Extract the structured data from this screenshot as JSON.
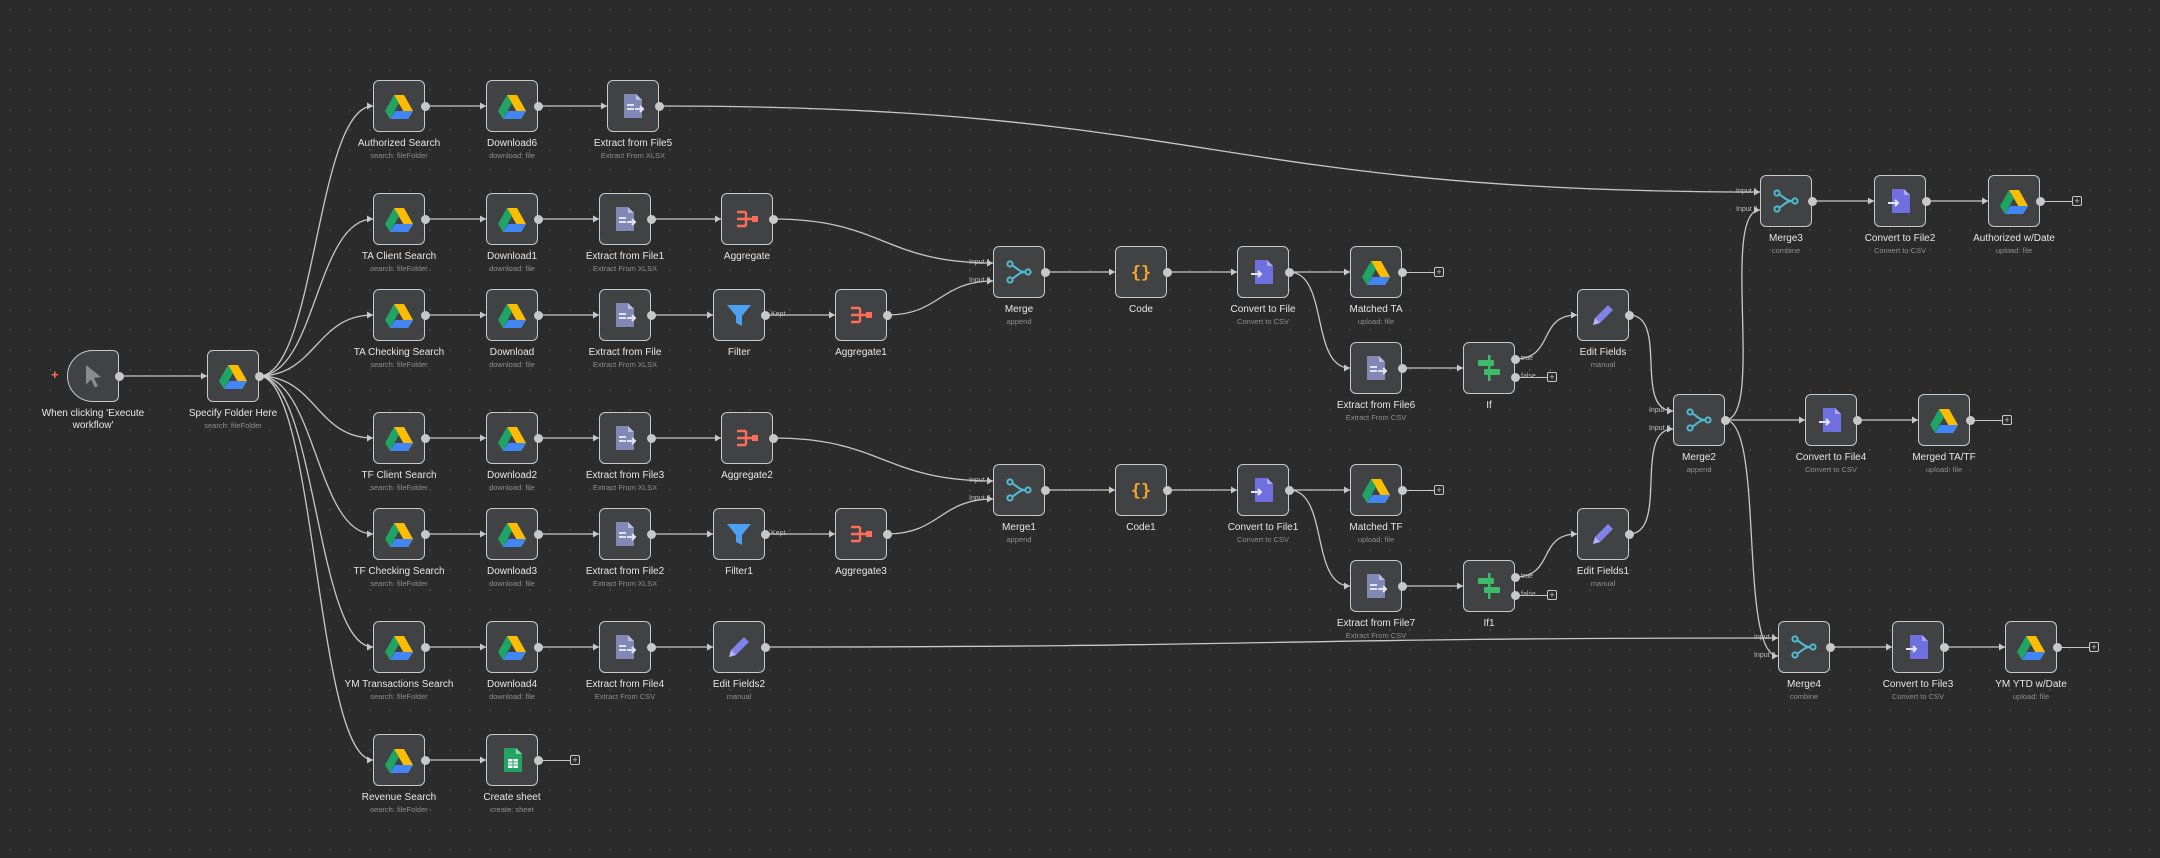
{
  "colors": {
    "canvas": "#2b2b2b",
    "node_bg": "#414244",
    "node_border": "#c9c9c9",
    "edge": "#c8c8c8",
    "trigger_accent": "#ff6d5a"
  },
  "trigger_marker": "+",
  "add_node_symbol": "+",
  "nodes": [
    {
      "id": "trigger",
      "title": "When clicking 'Execute workflow'",
      "subtitle": "",
      "icon": "pointer-icon"
    },
    {
      "id": "specify",
      "title": "Specify Folder Here",
      "subtitle": "search: fileFolder",
      "icon": "google-drive-icon"
    },
    {
      "id": "authsearch",
      "title": "Authorized Search",
      "subtitle": "search: fileFolder",
      "icon": "google-drive-icon"
    },
    {
      "id": "download6",
      "title": "Download6",
      "subtitle": "download: file",
      "icon": "google-drive-icon"
    },
    {
      "id": "extract5",
      "title": "Extract from File5",
      "subtitle": "Extract From XLSX",
      "icon": "extract-file-icon"
    },
    {
      "id": "taclient",
      "title": "TA Client Search",
      "subtitle": "search: fileFolder",
      "icon": "google-drive-icon"
    },
    {
      "id": "download1",
      "title": "Download1",
      "subtitle": "download: file",
      "icon": "google-drive-icon"
    },
    {
      "id": "extract1",
      "title": "Extract from File1",
      "subtitle": "Extract From XLSX",
      "icon": "extract-file-icon"
    },
    {
      "id": "aggregate",
      "title": "Aggregate",
      "subtitle": "",
      "icon": "aggregate-icon"
    },
    {
      "id": "tachecking",
      "title": "TA Checking Search",
      "subtitle": "search: fileFolder",
      "icon": "google-drive-icon"
    },
    {
      "id": "download",
      "title": "Download",
      "subtitle": "download: file",
      "icon": "google-drive-icon"
    },
    {
      "id": "extract",
      "title": "Extract from File",
      "subtitle": "Extract From XLSX",
      "icon": "extract-file-icon"
    },
    {
      "id": "filter",
      "title": "Filter",
      "subtitle": "",
      "icon": "filter-icon"
    },
    {
      "id": "aggregate1",
      "title": "Aggregate1",
      "subtitle": "",
      "icon": "aggregate-icon"
    },
    {
      "id": "merge",
      "title": "Merge",
      "subtitle": "append",
      "icon": "merge-icon"
    },
    {
      "id": "code",
      "title": "Code",
      "subtitle": "",
      "icon": "code-icon"
    },
    {
      "id": "convert",
      "title": "Convert to File",
      "subtitle": "Convert to CSV",
      "icon": "convert-file-icon"
    },
    {
      "id": "matchedta",
      "title": "Matched TA",
      "subtitle": "upload: file",
      "icon": "google-drive-icon"
    },
    {
      "id": "extract6",
      "title": "Extract from File6",
      "subtitle": "Extract From CSV",
      "icon": "extract-file-icon"
    },
    {
      "id": "if",
      "title": "If",
      "subtitle": "",
      "icon": "if-icon"
    },
    {
      "id": "editfields",
      "title": "Edit Fields",
      "subtitle": "manual",
      "icon": "pencil-icon"
    },
    {
      "id": "tfclient",
      "title": "TF Client Search",
      "subtitle": "search: fileFolder",
      "icon": "google-drive-icon"
    },
    {
      "id": "download2",
      "title": "Download2",
      "subtitle": "download: file",
      "icon": "google-drive-icon"
    },
    {
      "id": "extract3",
      "title": "Extract from File3",
      "subtitle": "Extract From XLSX",
      "icon": "extract-file-icon"
    },
    {
      "id": "aggregate2",
      "title": "Aggregate2",
      "subtitle": "",
      "icon": "aggregate-icon"
    },
    {
      "id": "tfchecking",
      "title": "TF Checking Search",
      "subtitle": "search: fileFolder",
      "icon": "google-drive-icon"
    },
    {
      "id": "download3",
      "title": "Download3",
      "subtitle": "download: file",
      "icon": "google-drive-icon"
    },
    {
      "id": "extract2",
      "title": "Extract from File2",
      "subtitle": "Extract From XLSX",
      "icon": "extract-file-icon"
    },
    {
      "id": "filter1",
      "title": "Filter1",
      "subtitle": "",
      "icon": "filter-icon"
    },
    {
      "id": "aggregate3",
      "title": "Aggregate3",
      "subtitle": "",
      "icon": "aggregate-icon"
    },
    {
      "id": "merge1",
      "title": "Merge1",
      "subtitle": "append",
      "icon": "merge-icon"
    },
    {
      "id": "code1",
      "title": "Code1",
      "subtitle": "",
      "icon": "code-icon"
    },
    {
      "id": "convert1",
      "title": "Convert to File1",
      "subtitle": "Convert to CSV",
      "icon": "convert-file-icon"
    },
    {
      "id": "matchedtf",
      "title": "Matched TF",
      "subtitle": "upload: file",
      "icon": "google-drive-icon"
    },
    {
      "id": "extract7",
      "title": "Extract from File7",
      "subtitle": "Extract From CSV",
      "icon": "extract-file-icon"
    },
    {
      "id": "if1",
      "title": "If1",
      "subtitle": "",
      "icon": "if-icon"
    },
    {
      "id": "editfields1",
      "title": "Edit Fields1",
      "subtitle": "manual",
      "icon": "pencil-icon"
    },
    {
      "id": "ymsearch",
      "title": "YM Transactions Search",
      "subtitle": "search: fileFolder",
      "icon": "google-drive-icon"
    },
    {
      "id": "download4",
      "title": "Download4",
      "subtitle": "download: file",
      "icon": "google-drive-icon"
    },
    {
      "id": "extract4",
      "title": "Extract from File4",
      "subtitle": "Extract From CSV",
      "icon": "extract-file-icon"
    },
    {
      "id": "editfields2",
      "title": "Edit Fields2",
      "subtitle": "manual",
      "icon": "pencil-icon"
    },
    {
      "id": "revenue",
      "title": "Revenue Search",
      "subtitle": "search: fileFolder",
      "icon": "google-drive-icon"
    },
    {
      "id": "createsheet",
      "title": "Create sheet",
      "subtitle": "create: sheet",
      "icon": "google-sheets-icon"
    },
    {
      "id": "merge3",
      "title": "Merge3",
      "subtitle": "combine",
      "icon": "merge-icon"
    },
    {
      "id": "convert2",
      "title": "Convert to File2",
      "subtitle": "Convert to CSV",
      "icon": "convert-file-icon"
    },
    {
      "id": "authdate",
      "title": "Authorized w/Date",
      "subtitle": "upload: file",
      "icon": "google-drive-icon"
    },
    {
      "id": "merge2",
      "title": "Merge2",
      "subtitle": "append",
      "icon": "merge-icon"
    },
    {
      "id": "convert4",
      "title": "Convert to File4",
      "subtitle": "Convert to CSV",
      "icon": "convert-file-icon"
    },
    {
      "id": "mergedtatf",
      "title": "Merged TA/TF",
      "subtitle": "upload: file",
      "icon": "google-drive-icon"
    },
    {
      "id": "merge4",
      "title": "Merge4",
      "subtitle": "combine",
      "icon": "merge-icon"
    },
    {
      "id": "convert3",
      "title": "Convert to File3",
      "subtitle": "Convert to CSV",
      "icon": "convert-file-icon"
    },
    {
      "id": "ymytd",
      "title": "YM YTD w/Date",
      "subtitle": "upload: file",
      "icon": "google-drive-icon"
    }
  ],
  "port_labels": {
    "input1": "Input 1",
    "input2": "Input 2",
    "kept": "Kept",
    "true": "true",
    "false": "false"
  }
}
